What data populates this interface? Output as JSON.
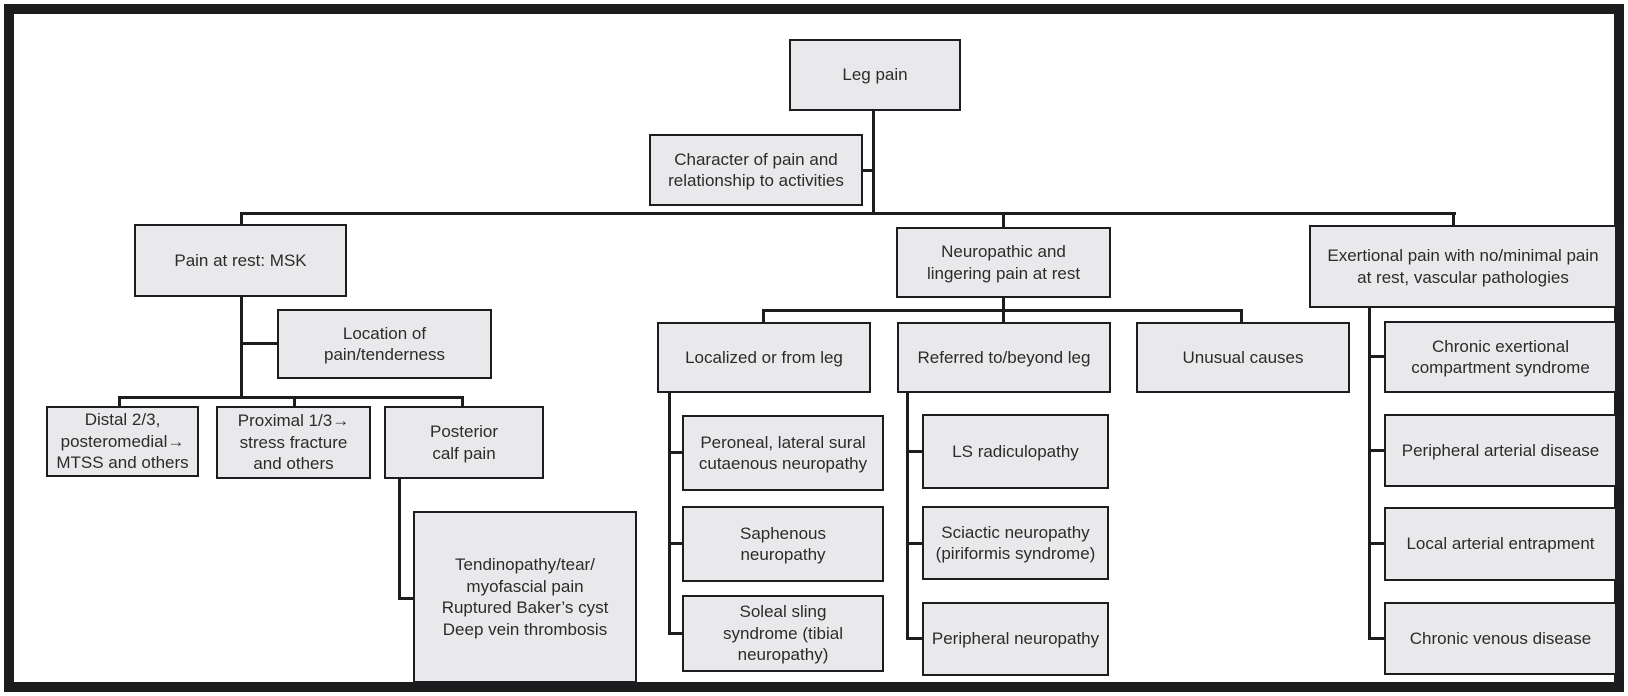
{
  "diagram": {
    "type": "flowchart",
    "topic": "Differential diagnosis of leg pain"
  },
  "style": {
    "box_fill": "#e9e9eb",
    "box_border": "#1d1d1f",
    "frame_color": "#1c1c1e",
    "background": "#ffffff",
    "text_color": "#2b2b2b"
  },
  "nodes": {
    "leg_pain": {
      "label": "Leg pain"
    },
    "character": {
      "label": "Character of pain and\nrelationship to activities"
    },
    "msk": {
      "label": "Pain at rest: MSK"
    },
    "neuro": {
      "label": "Neuropathic and\nlingering pain at rest"
    },
    "exertional": {
      "label": "Exertional pain with no/minimal pain\nat rest, vascular pathologies"
    },
    "location": {
      "label": "Location of\npain/tenderness"
    },
    "distal": {
      "label": "Distal 2/3,\nposteromedial→\nMTSS and others"
    },
    "proximal": {
      "label": "Proximal 1/3→\nstress fracture\nand others"
    },
    "posterior": {
      "label": "Posterior\ncalf pain"
    },
    "tendinopathy": {
      "label": "Tendinopathy/tear/\nmyofascial pain\nRuptured Baker’s cyst\nDeep vein thrombosis"
    },
    "localized": {
      "label": "Localized or from leg"
    },
    "referred": {
      "label": "Referred to/beyond leg"
    },
    "unusual": {
      "label": "Unusual causes"
    },
    "peroneal": {
      "label": "Peroneal, lateral sural\ncutaenous neuropathy"
    },
    "saphenous": {
      "label": "Saphenous\nneuropathy"
    },
    "soleal": {
      "label": "Soleal sling\nsyndrome (tibial\nneuropathy)"
    },
    "ls_radiculopathy": {
      "label": "LS radiculopathy"
    },
    "sciatic": {
      "label": "Sciactic neuropathy\n(piriformis syndrome)"
    },
    "peripheral_neuropathy": {
      "label": "Peripheral neuropathy"
    },
    "cecs": {
      "label": "Chronic exertional\ncompartment syndrome"
    },
    "pad": {
      "label": "Peripheral arterial disease"
    },
    "entrapment": {
      "label": "Local arterial entrapment"
    },
    "venous": {
      "label": "Chronic venous disease"
    }
  },
  "edges": [
    [
      "leg_pain",
      "character"
    ],
    [
      "character",
      "msk"
    ],
    [
      "character",
      "neuro"
    ],
    [
      "character",
      "exertional"
    ],
    [
      "msk",
      "location"
    ],
    [
      "location",
      "distal"
    ],
    [
      "location",
      "proximal"
    ],
    [
      "location",
      "posterior"
    ],
    [
      "posterior",
      "tendinopathy"
    ],
    [
      "neuro",
      "localized"
    ],
    [
      "neuro",
      "referred"
    ],
    [
      "neuro",
      "unusual"
    ],
    [
      "localized",
      "peroneal"
    ],
    [
      "localized",
      "saphenous"
    ],
    [
      "localized",
      "soleal"
    ],
    [
      "referred",
      "ls_radiculopathy"
    ],
    [
      "referred",
      "sciatic"
    ],
    [
      "referred",
      "peripheral_neuropathy"
    ],
    [
      "exertional",
      "cecs"
    ],
    [
      "exertional",
      "pad"
    ],
    [
      "exertional",
      "entrapment"
    ],
    [
      "exertional",
      "venous"
    ]
  ]
}
